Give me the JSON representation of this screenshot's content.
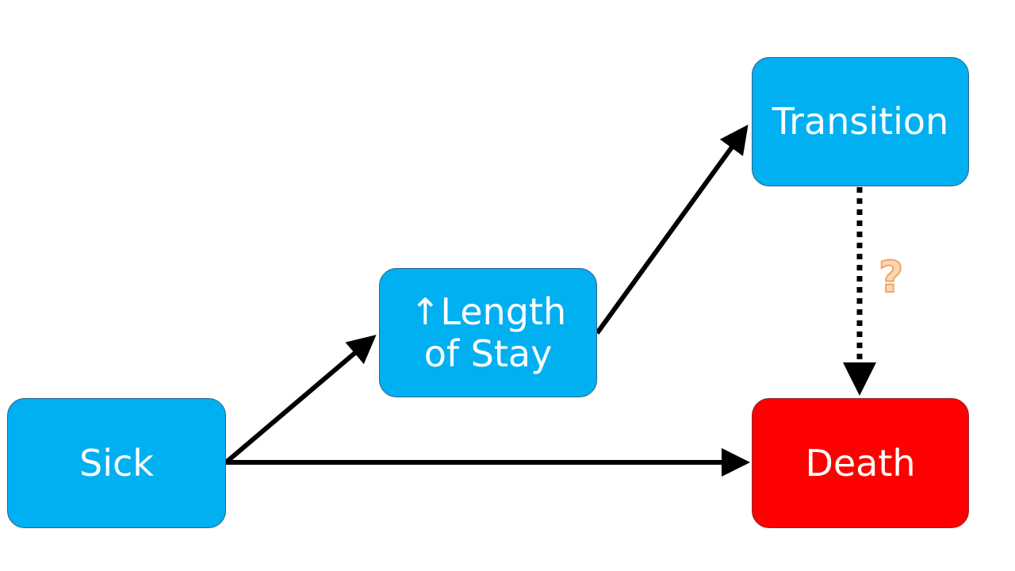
{
  "nodes": {
    "sick": {
      "label": "Sick"
    },
    "los": {
      "line1": "↑Length",
      "line2": "of Stay"
    },
    "transition": {
      "label": "Transition"
    },
    "death": {
      "label": "Death"
    }
  },
  "edges": [
    {
      "from": "sick",
      "to": "los",
      "style": "solid"
    },
    {
      "from": "los",
      "to": "transition",
      "style": "solid"
    },
    {
      "from": "sick",
      "to": "death",
      "style": "solid"
    },
    {
      "from": "transition",
      "to": "death",
      "style": "dotted",
      "annotation": "?"
    }
  ],
  "annotation": {
    "text": "?"
  },
  "colors": {
    "node_blue": "#00b0f0",
    "node_red": "#ff0000",
    "arrow": "#000000",
    "question_fill": "#fbd5b5",
    "question_stroke": "#f4a460",
    "node_text": "#ffffff"
  }
}
